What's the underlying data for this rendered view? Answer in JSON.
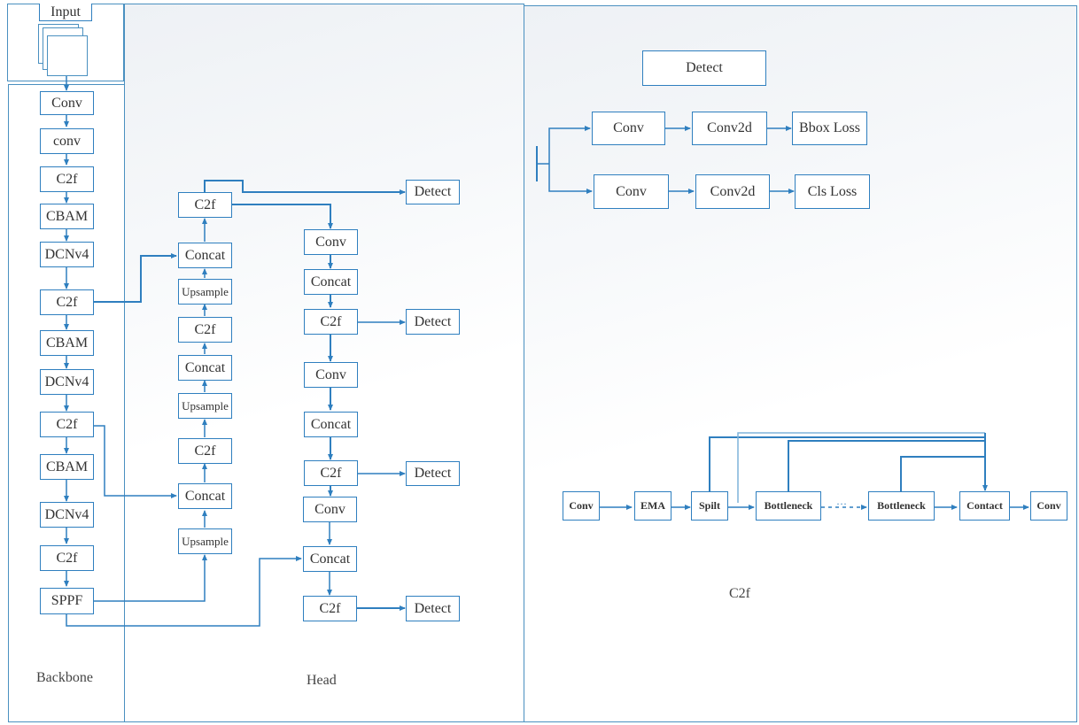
{
  "panels": {
    "backbone_label": "Backbone",
    "head_label": "Head",
    "c2f_caption": "C2f"
  },
  "input": {
    "label": "Input"
  },
  "backbone": {
    "nodes": [
      "Conv",
      "conv",
      "C2f",
      "CBAM",
      "DCNv4",
      "C2f",
      "CBAM",
      "DCNv4",
      "C2f",
      "CBAM",
      "DCNv4",
      "C2f",
      "SPPF"
    ]
  },
  "neck_up": {
    "nodes": [
      "C2f",
      "Concat",
      "Upsample",
      "C2f",
      "Concat",
      "Upsample",
      "C2f",
      "Concat",
      "Upsample"
    ]
  },
  "neck_down": {
    "nodes": [
      "Conv",
      "Concat",
      "C2f",
      "Conv",
      "Concat",
      "C2f",
      "Conv",
      "Concat",
      "C2f"
    ]
  },
  "detect_outputs": [
    "Detect",
    "Detect",
    "Detect",
    "Detect"
  ],
  "detect_head": {
    "title": "Detect",
    "branch_bbox": [
      "Conv",
      "Conv2d",
      "Bbox Loss"
    ],
    "branch_cls": [
      "Conv",
      "Conv2d",
      "Cls Loss"
    ]
  },
  "c2f_module": {
    "nodes": [
      "Conv",
      "EMA",
      "Spilt",
      "Bottleneck",
      "Bottleneck",
      "Contact",
      "Conv"
    ],
    "ellipsis": "···"
  },
  "colors": {
    "accent": "#2f7fbf",
    "panel_border": "#4a90c0"
  }
}
